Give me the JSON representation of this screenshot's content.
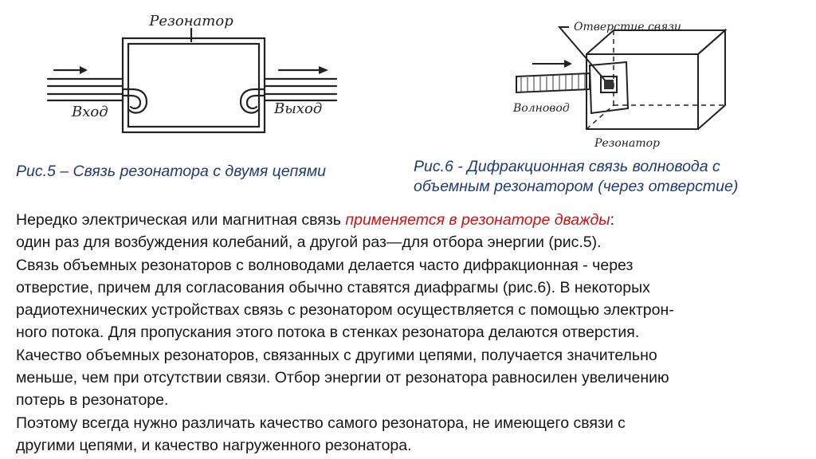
{
  "fig5": {
    "label_resonator": "Резонатор",
    "label_input": "Вход",
    "label_output": "Выход",
    "caption": "Рис.5 – Связь резонатора с двумя цепями"
  },
  "fig6": {
    "label_aperture": "Отверстие связи",
    "label_waveguide": "Волновод",
    "label_resonator": "Резонатор",
    "caption_line1": "Рис.6 - Дифракционная связь волновода с",
    "caption_line2": "объемным резонатором (через отверстие)"
  },
  "body": {
    "l1_before": "Нередко электрическая или магнитная связь ",
    "l1_highlight": "применяется в резонаторе дважды",
    "l1_after": ":",
    "l2": "один раз для возбуждения колебаний, а другой раз—для отбора энергии (рис.5).",
    "l3": "Связь объемных резонаторов с волноводами делается часто дифракционная - через",
    "l4": "отверстие, причем для согласования обычно ставятся диафрагмы (рис.6). В некоторых",
    "l5": "радиотехнических устройствах связь с резонатором осуществляется с помощью электрон-",
    "l6": "ного потока. Для пропускания этого потока в стенках резонатора делаются отверстия.",
    "l7": "Качество объемных резонаторов, связанных с другими цепями, получается значительно",
    "l8": "меньше, чем при отсутствии связи. Отбор энергии от резонатора равносилен увеличению",
    "l9": "потерь в резонаторе.",
    "l10": "Поэтому всегда нужно различать качество самого резонатора, не имеющего связи с",
    "l11": "другими цепями, и качество нагруженного резонатора."
  },
  "colors": {
    "caption": "#1f3b73",
    "highlight": "#c01818",
    "text": "#161616"
  }
}
